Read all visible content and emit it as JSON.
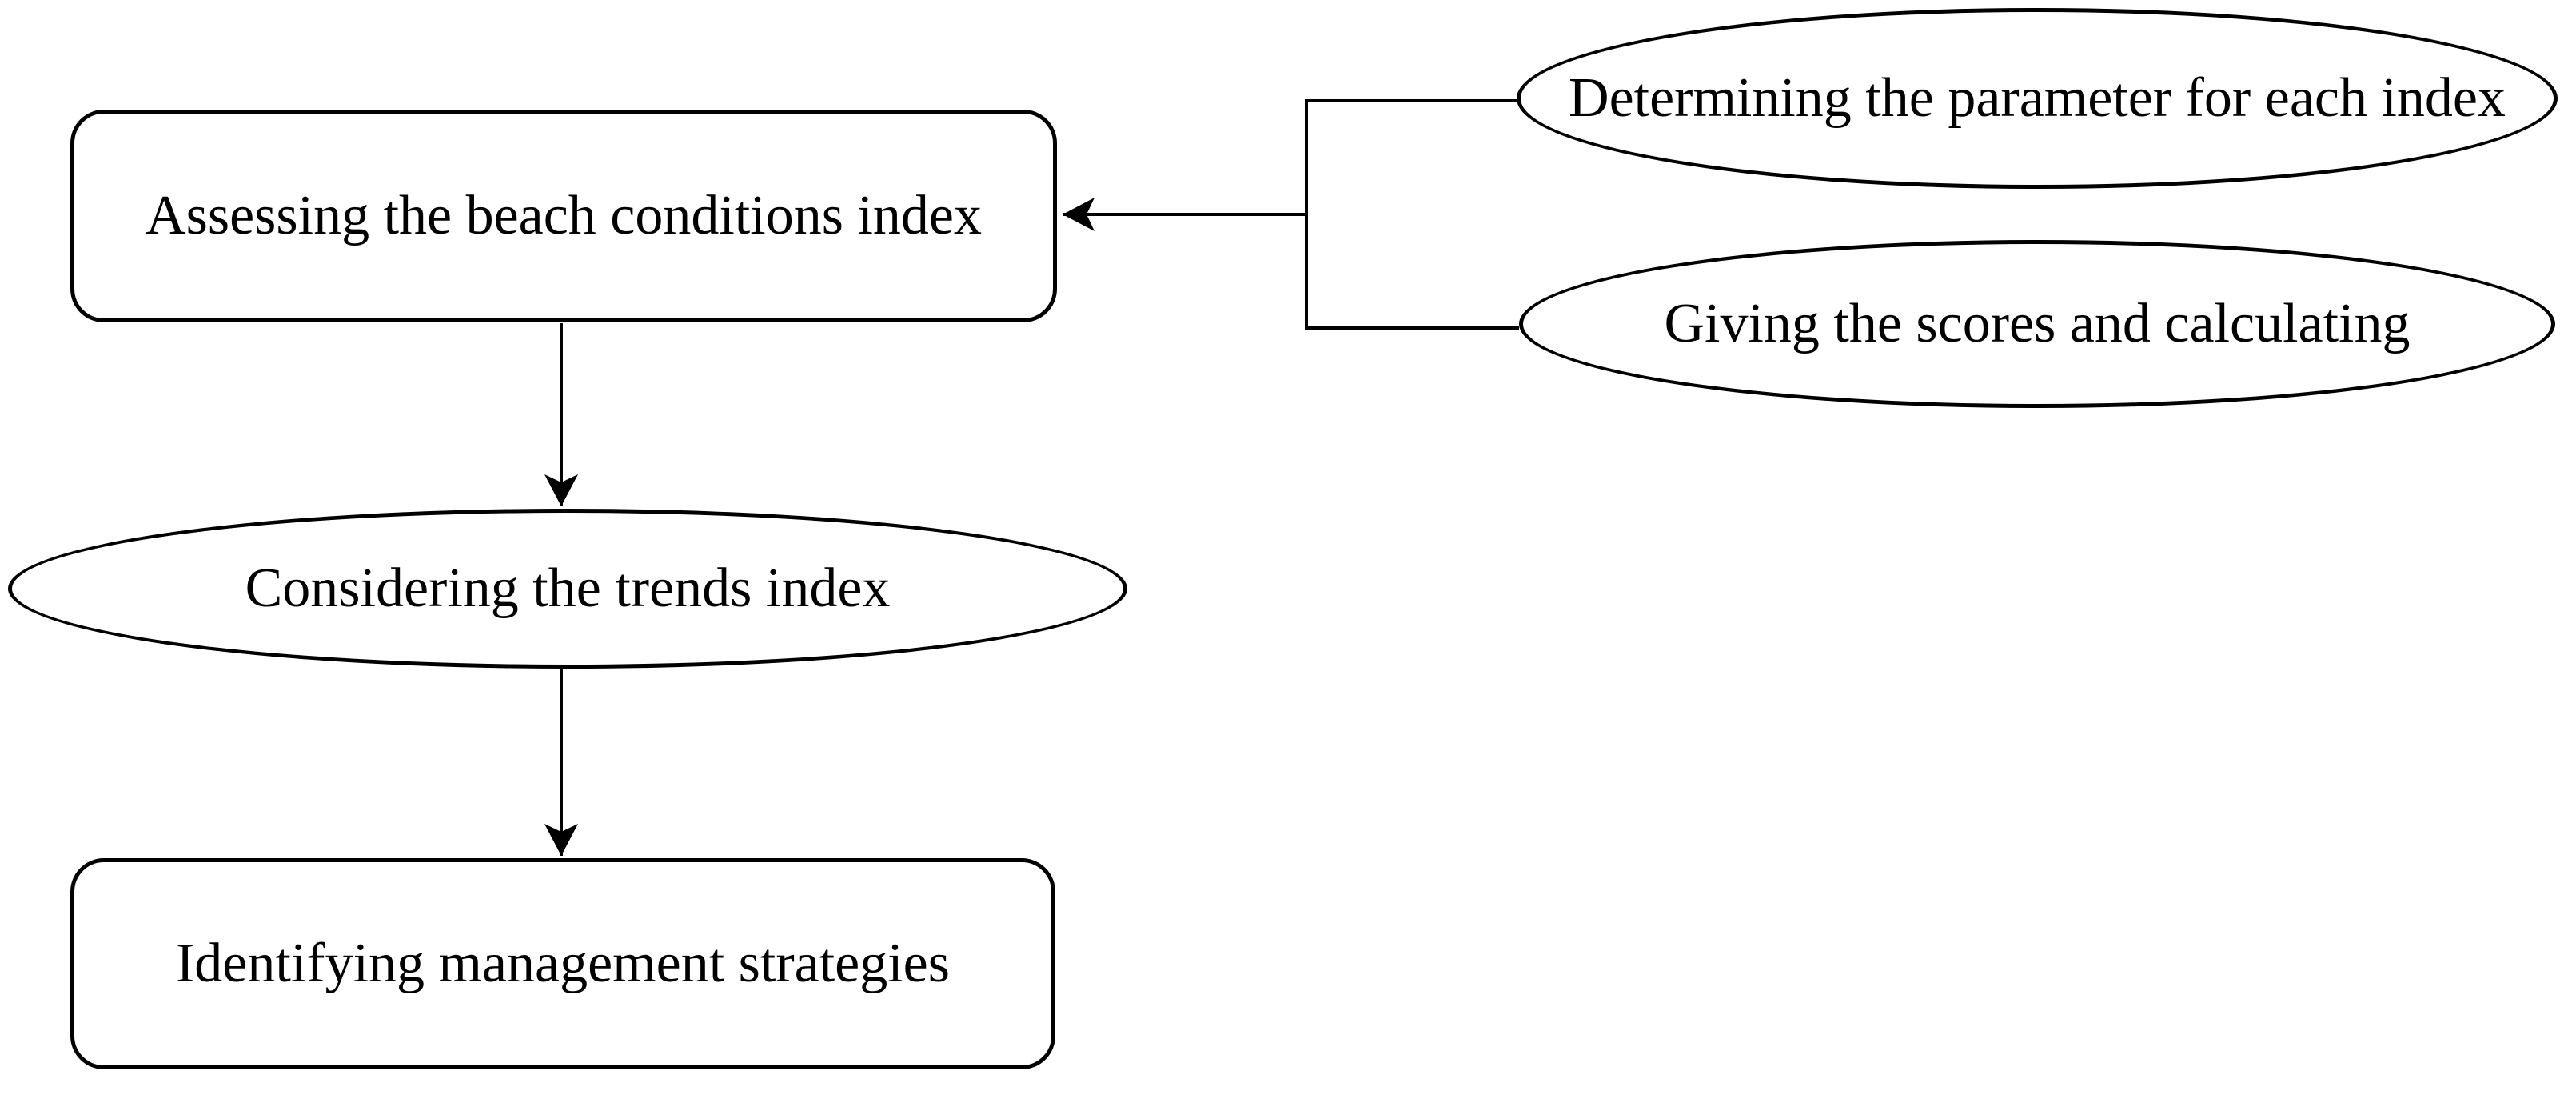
{
  "diagram": {
    "background_color": "#ffffff",
    "stroke_color": "#000000",
    "text_color": "#000000",
    "nodes": [
      {
        "id": "assessing",
        "shape": "rounded-rectangle",
        "label": "Assessing the beach conditions index"
      },
      {
        "id": "determining",
        "shape": "ellipse",
        "label": "Determining the parameter for each index"
      },
      {
        "id": "giving",
        "shape": "ellipse",
        "label": "Giving the scores and calculating"
      },
      {
        "id": "considering",
        "shape": "ellipse",
        "label": "Considering the trends index"
      },
      {
        "id": "identifying",
        "shape": "rounded-rectangle",
        "label": "Identifying management strategies"
      }
    ],
    "edges": [
      {
        "from": "determining + giving (bracket branch)",
        "to": "assessing",
        "arrow": "left-pointing"
      },
      {
        "from": "assessing",
        "to": "considering",
        "arrow": "down-pointing"
      },
      {
        "from": "considering",
        "to": "identifying",
        "arrow": "down-pointing"
      }
    ]
  }
}
